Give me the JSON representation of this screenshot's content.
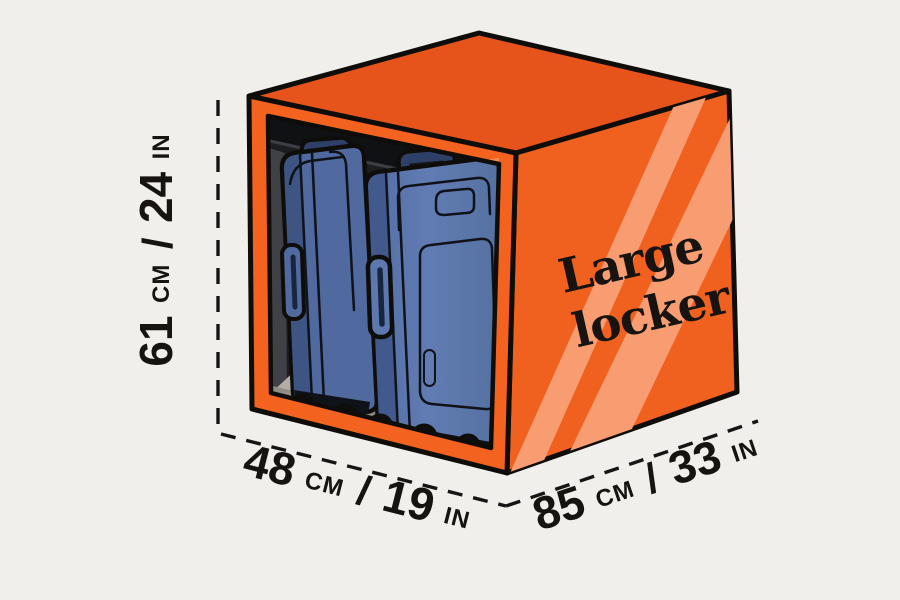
{
  "figure": {
    "name": "large-locker-size-diagram",
    "locker_label": {
      "line1": "Large",
      "line2": "locker"
    },
    "dimensions": {
      "height": {
        "metric_value": "61",
        "metric_unit": "CM",
        "separator": "/",
        "imperial_value": "24",
        "imperial_unit": "IN"
      },
      "width": {
        "metric_value": "48",
        "metric_unit": "CM",
        "separator": "/",
        "imperial_value": "19",
        "imperial_unit": "IN"
      },
      "depth": {
        "metric_value": "85",
        "metric_unit": "CM",
        "separator": "/",
        "imperial_value": "33",
        "imperial_unit": "IN"
      }
    },
    "contents": "two blue suitcases"
  },
  "colors": {
    "background": "#F0EFEB",
    "orange_top": "#E6541C",
    "orange_front": "#F3621F",
    "orange_side": "#F0601E",
    "stripe_highlight": "#F89C72",
    "frame_highlight": "#F78B4F",
    "outline": "#0F0D0A",
    "interior_dark": "#1B1D20",
    "interior_ceiling": "#101113",
    "interior_wall": "#3F4146",
    "floor_gray": "#B2AEA5",
    "floor_lip": "#908D86",
    "suitcase_back_blue": "#50699E",
    "suitcase_front_blue": "#5C78AF",
    "suitcase_dark_blue": "#3E5584",
    "handle_navy": "#2E4068",
    "wheel_black": "#0D0E10",
    "wheel_hub": "#44597F",
    "dash_line": "#151515",
    "text": "#161310"
  }
}
